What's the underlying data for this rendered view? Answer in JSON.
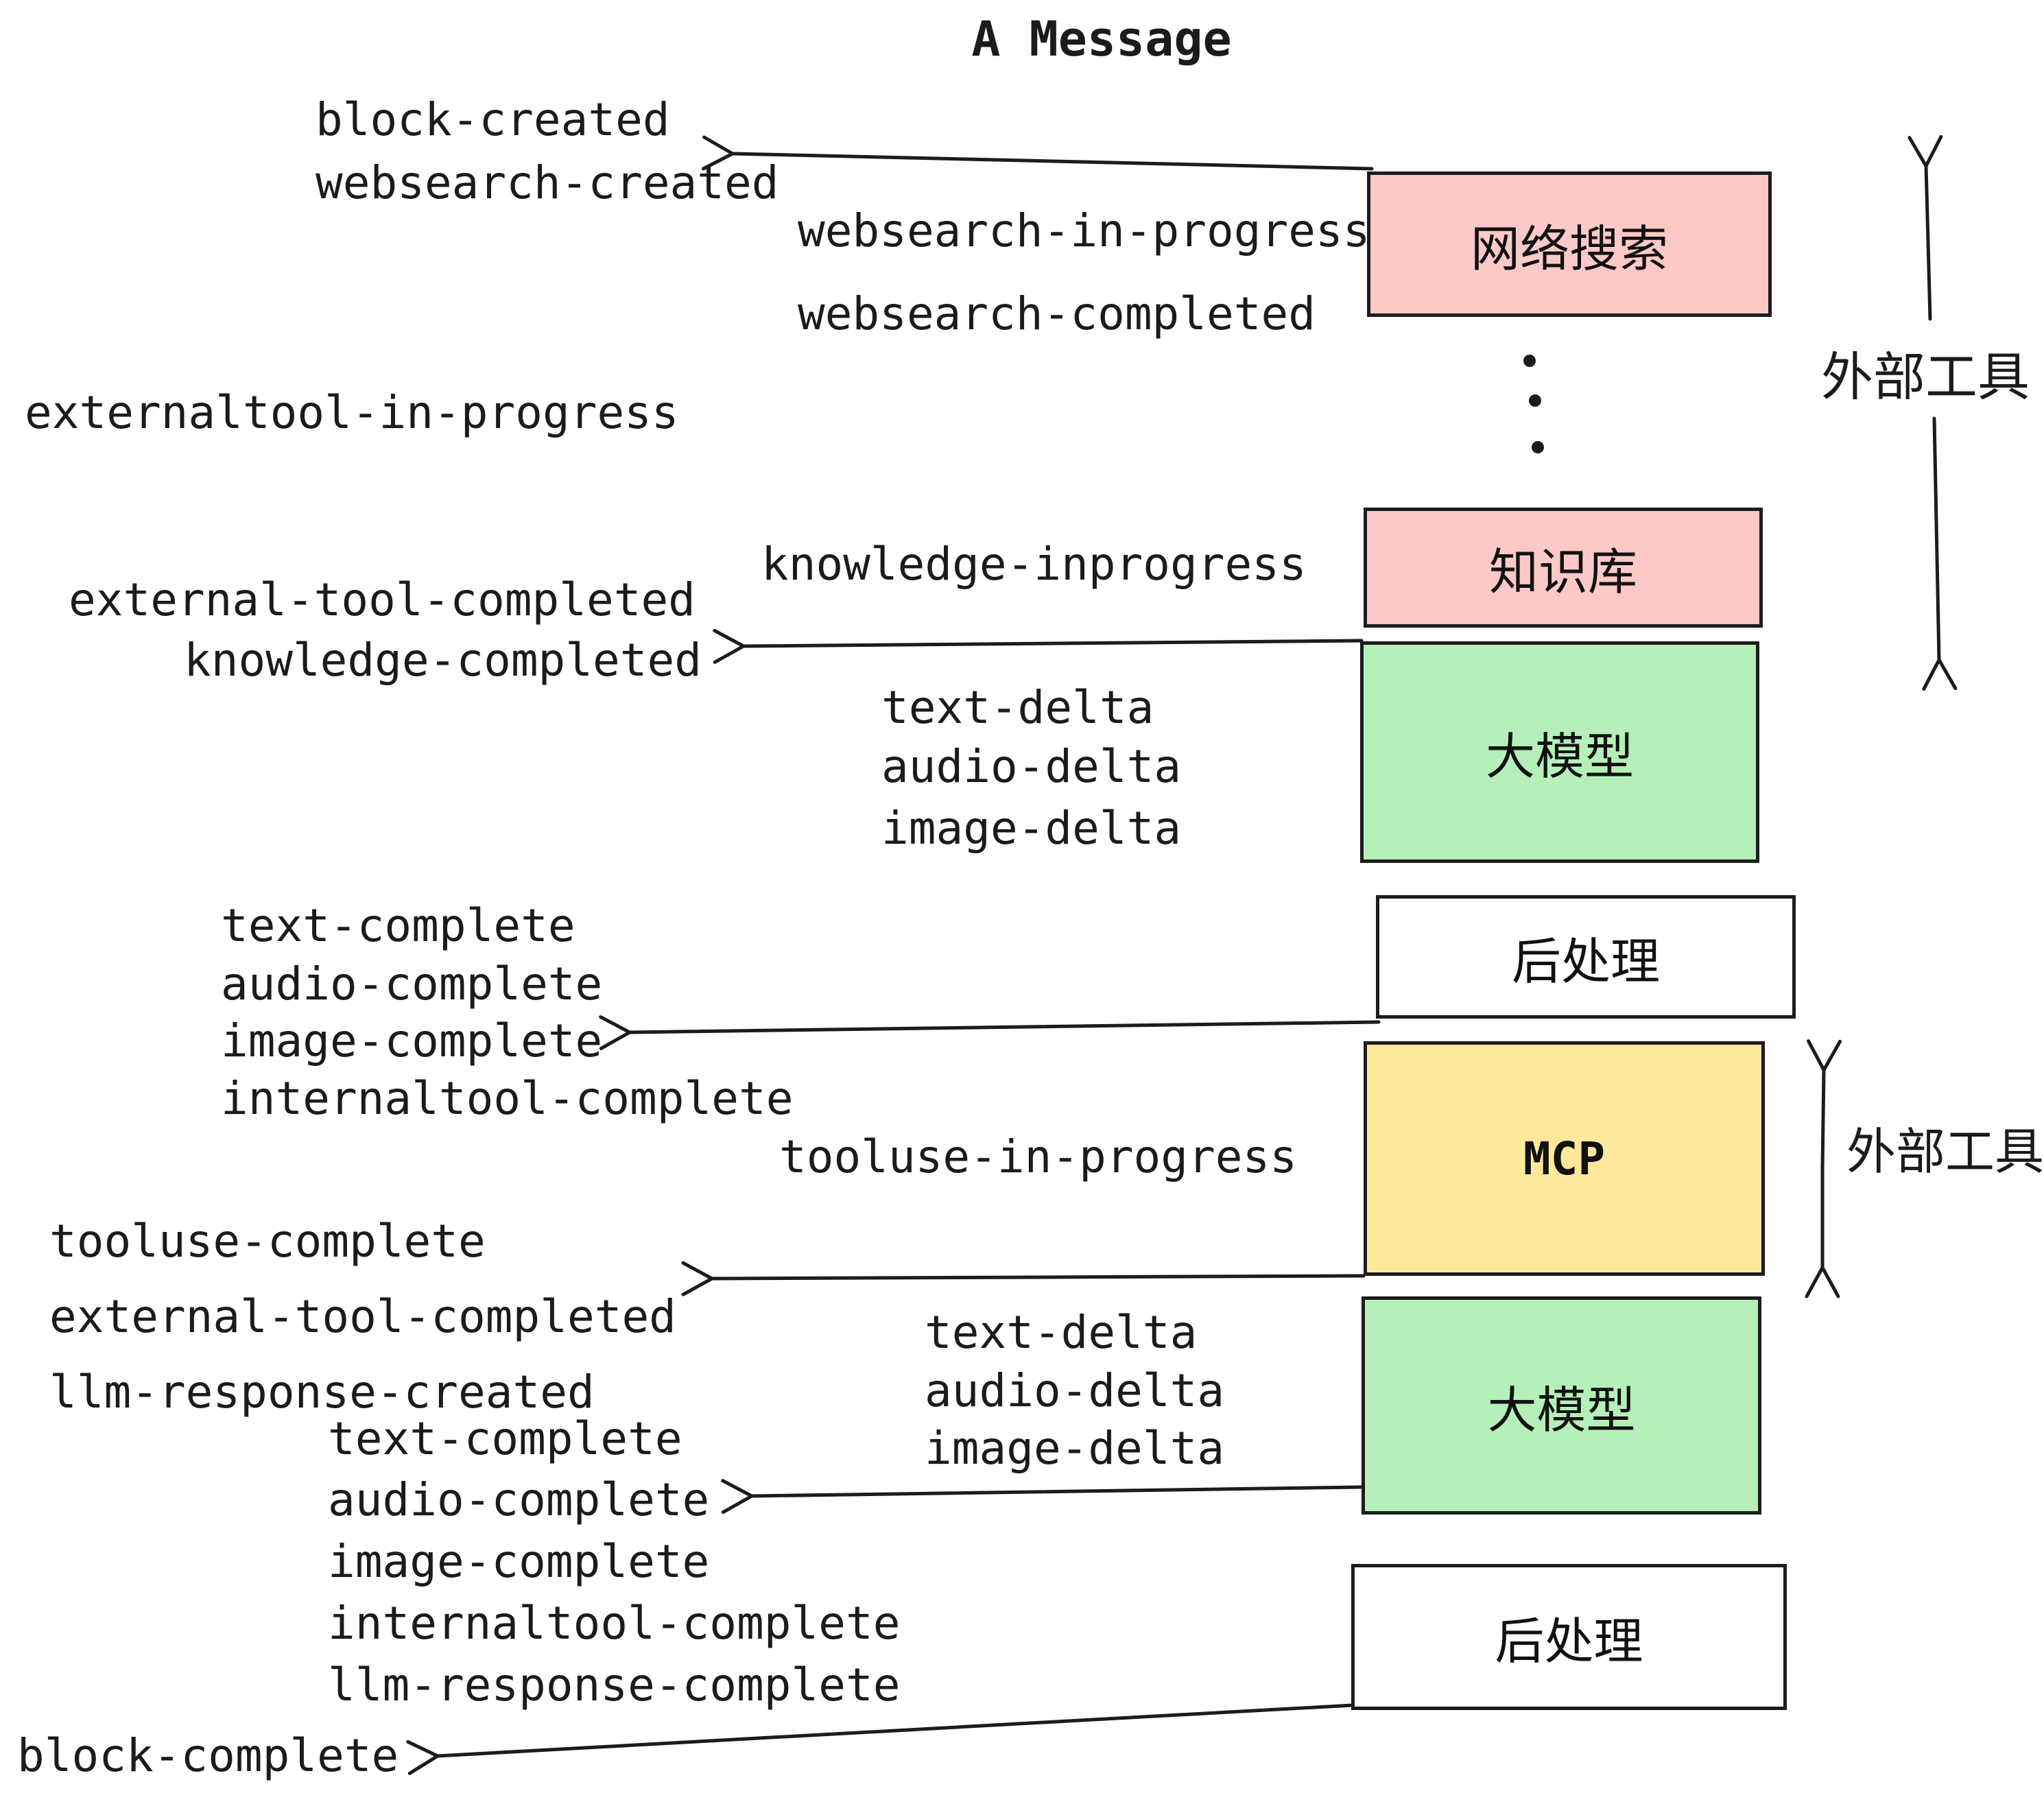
{
  "title": "A Message",
  "boxes": [
    {
      "id": "websearch",
      "label": "网络搜索",
      "fill": "#FCC9C7"
    },
    {
      "id": "knowledge",
      "label": "知识库",
      "fill": "#FCC9C7"
    },
    {
      "id": "llm-1",
      "label": "大模型",
      "fill": "#B4F0B8"
    },
    {
      "id": "postprocess-1",
      "label": "后处理",
      "fill": "#FFFFFF"
    },
    {
      "id": "mcp",
      "label": "MCP",
      "fill": "#FEE99B"
    },
    {
      "id": "llm-2",
      "label": "大模型",
      "fill": "#B4F0B8"
    },
    {
      "id": "postprocess-2",
      "label": "后处理",
      "fill": "#FFFFFF"
    }
  ],
  "events": [
    {
      "id": "block-created",
      "text": "block-created"
    },
    {
      "id": "websearch-created",
      "text": "websearch-created"
    },
    {
      "id": "websearch-in-progress",
      "text": "websearch-in-progress"
    },
    {
      "id": "websearch-completed",
      "text": "websearch-completed"
    },
    {
      "id": "externaltool-in-progress",
      "text": "externaltool-in-progress"
    },
    {
      "id": "knowledge-inprogress",
      "text": "knowledge-inprogress"
    },
    {
      "id": "external-tool-completed",
      "text": "external-tool-completed"
    },
    {
      "id": "knowledge-completed",
      "text": "knowledge-completed"
    },
    {
      "id": "text-delta-1",
      "text": "text-delta"
    },
    {
      "id": "audio-delta-1",
      "text": "audio-delta"
    },
    {
      "id": "image-delta-1",
      "text": "image-delta"
    },
    {
      "id": "text-complete-1",
      "text": "text-complete"
    },
    {
      "id": "audio-complete-1",
      "text": "audio-complete"
    },
    {
      "id": "image-complete-1",
      "text": "image-complete"
    },
    {
      "id": "internaltool-complete-1",
      "text": "internaltool-complete"
    },
    {
      "id": "tooluse-in-progress",
      "text": "tooluse-in-progress"
    },
    {
      "id": "tooluse-complete",
      "text": "tooluse-complete"
    },
    {
      "id": "external-tool-completed-2",
      "text": "external-tool-completed"
    },
    {
      "id": "llm-response-created",
      "text": "llm-response-created"
    },
    {
      "id": "text-complete-2",
      "text": "text-complete"
    },
    {
      "id": "audio-complete-2",
      "text": "audio-complete"
    },
    {
      "id": "image-complete-2",
      "text": "image-complete"
    },
    {
      "id": "internaltool-complete-2",
      "text": "internaltool-complete"
    },
    {
      "id": "llm-response-complete",
      "text": "llm-response-complete"
    },
    {
      "id": "text-delta-2",
      "text": "text-delta"
    },
    {
      "id": "audio-delta-2",
      "text": "audio-delta"
    },
    {
      "id": "image-delta-2",
      "text": "image-delta"
    },
    {
      "id": "block-complete",
      "text": "block-complete"
    }
  ],
  "annotations": {
    "external_tools_top": "外部工具",
    "external_tools_mcp": "外部工具"
  },
  "colors": {
    "background": "#FFFFFF",
    "stroke": "#1C1C1C",
    "text": "#1B1B1B",
    "box_pink": "#FCC9C7",
    "box_green": "#B4F0B8",
    "box_yellow": "#FEE99B",
    "box_white": "#FFFFFF"
  }
}
